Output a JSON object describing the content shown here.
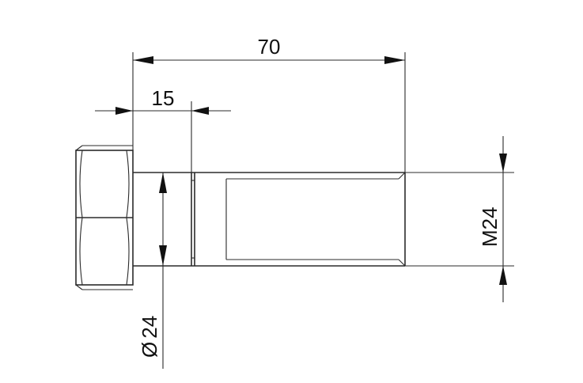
{
  "drawing": {
    "part": "hex-head-bolt",
    "dimensions": {
      "overall_length": "70",
      "shank_length": "15",
      "shank_diameter": "24",
      "thread": "M24"
    },
    "diameter_symbol": "Ø",
    "colors": {
      "line": "#2b2b2b",
      "background": "#ffffff"
    }
  }
}
